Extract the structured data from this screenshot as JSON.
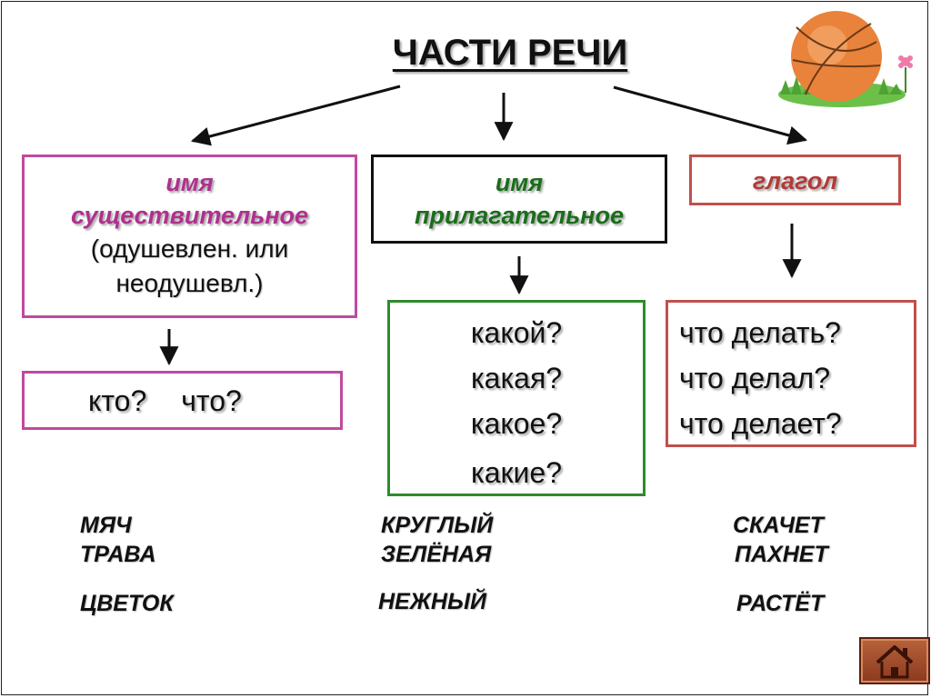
{
  "title": "ЧАСТИ РЕЧИ",
  "noun": {
    "name_line1": "имя",
    "name_line2": "существительное",
    "note_line1": "(одушевлен. или",
    "note_line2": "неодушевл.)",
    "questions": [
      "кто?",
      "что?"
    ],
    "color": "#c04aa0"
  },
  "adjective": {
    "name_line1": "имя",
    "name_line2": "прилагательное",
    "questions": [
      "какой?",
      "какая?",
      "какое?",
      "какие?"
    ],
    "color": "#2e8b2e"
  },
  "verb": {
    "name": "глагол",
    "questions": [
      "что делать?",
      "что делал?",
      "что делает?"
    ],
    "color": "#c0504d"
  },
  "examples": {
    "nouns": [
      "МЯЧ",
      "ТРАВА",
      "ЦВЕТОК"
    ],
    "adjectives": [
      "КРУГЛЫЙ",
      "ЗЕЛЁНАЯ",
      "НЕЖНЫЙ"
    ],
    "verbs": [
      "СКАЧЕТ",
      "ПАХНЕТ",
      "РАСТЁТ"
    ]
  },
  "decoration": {
    "image": "basketball-on-grass",
    "icon": "home-icon"
  }
}
